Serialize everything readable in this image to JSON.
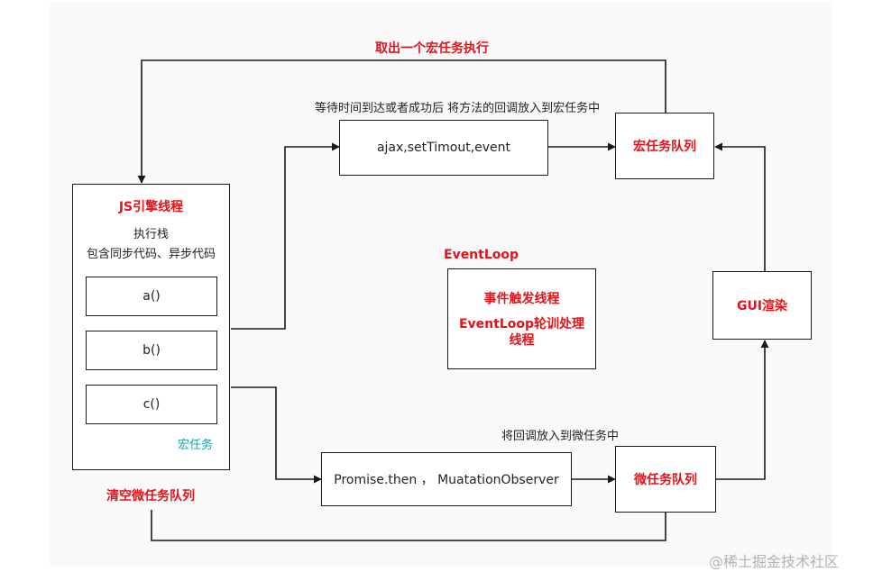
{
  "labels": {
    "take_macro": "取出一个宏任务执行",
    "wait_put_macro": "等待时间到达或者成功后 将方法的回调放入到宏任务中",
    "put_micro": "将回调放入到微任务中",
    "clear_micro": "清空微任务队列",
    "eventloop_title": "EventLoop"
  },
  "nodes": {
    "js_engine": {
      "title": "JS引擎线程",
      "line1": "执行栈",
      "line2": "包含同步代码、异步代码",
      "stack": [
        "a()",
        "b()",
        "c()"
      ],
      "footer": "宏任务"
    },
    "async_sources": "ajax,setTimout,event",
    "macro_queue": "宏任务队列",
    "event_thread": {
      "line1": "事件触发线程",
      "line2": "EventLoop轮训处理线程"
    },
    "gui": "GUI渲染",
    "promise": "Promise.then ，  MuatationObserver",
    "micro_queue": "微任务队列"
  },
  "watermark": "@稀土掘金技术社区",
  "colors": {
    "accent_red": "#e8111a",
    "teal": "#1aa3a3",
    "line": "#1a1a1a"
  }
}
